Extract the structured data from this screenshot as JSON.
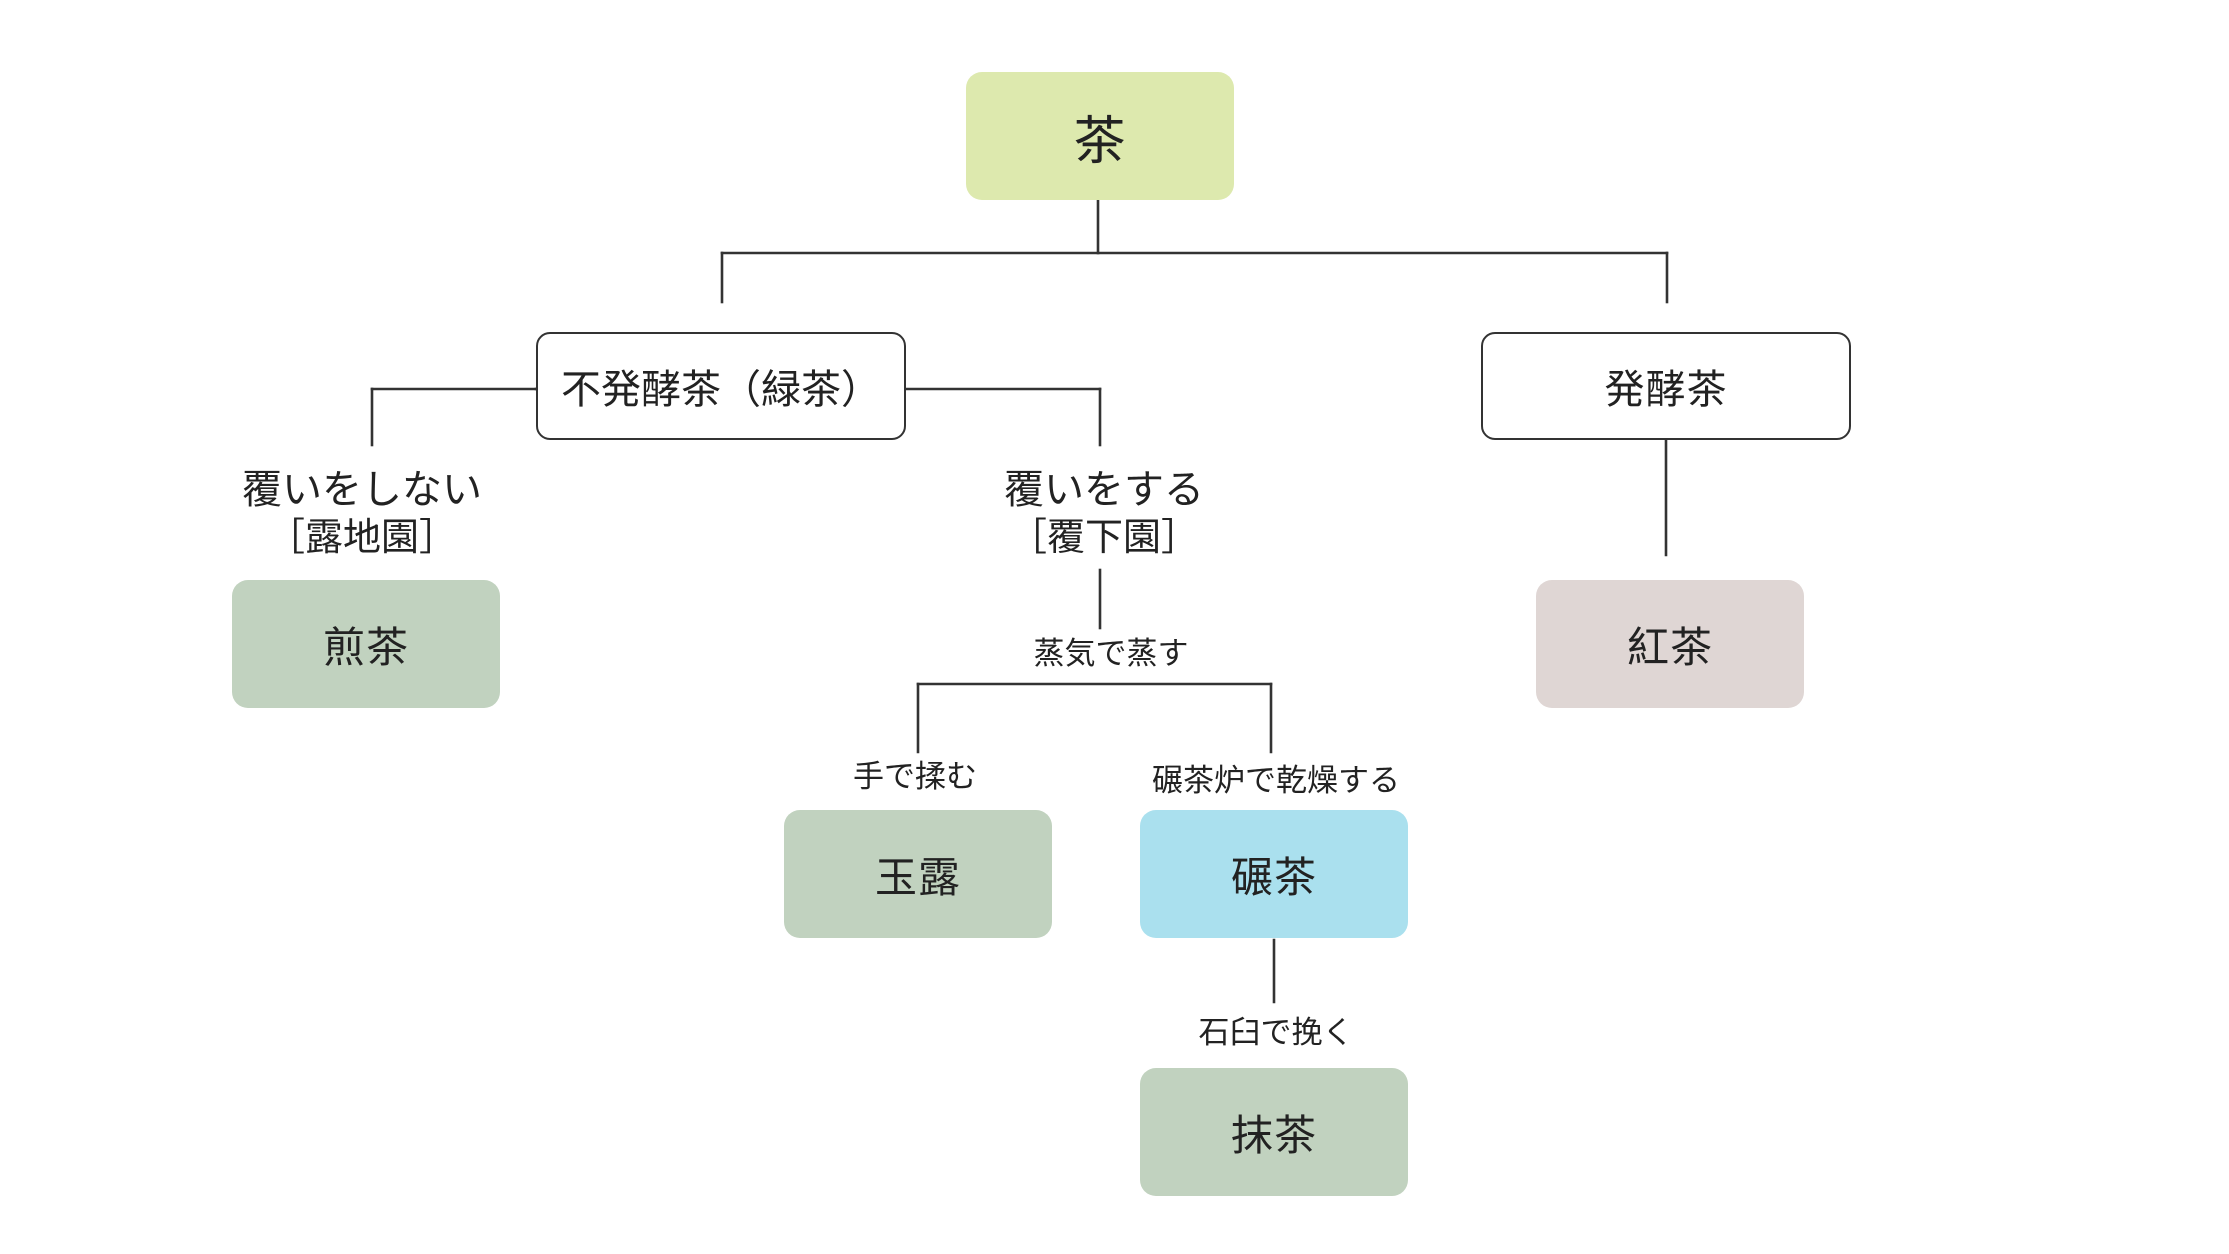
{
  "nodes": {
    "root": {
      "label": "茶",
      "color": "#dde9ae"
    },
    "unfermented": {
      "label": "不発酵茶（緑茶）"
    },
    "fermented": {
      "label": "発酵茶"
    },
    "sencha": {
      "label": "煎茶",
      "color": "#c1d2bf"
    },
    "gyokuro": {
      "label": "玉露",
      "color": "#c1d2bf"
    },
    "tencha": {
      "label": "碾茶",
      "color": "#aae0ee"
    },
    "matcha": {
      "label": "抹茶",
      "color": "#c1d2bf"
    },
    "koucha": {
      "label": "紅茶",
      "color": "#dfd6d4"
    }
  },
  "labels": {
    "uncovered": "覆いをしない",
    "uncovered_sub": "［露地園］",
    "covered": "覆いをする",
    "covered_sub": "［覆下園］",
    "steam": "蒸気で蒸す",
    "hand_roll": "手で揉む",
    "dry": "碾茶炉で乾燥する",
    "grind": "石臼で挽く"
  }
}
